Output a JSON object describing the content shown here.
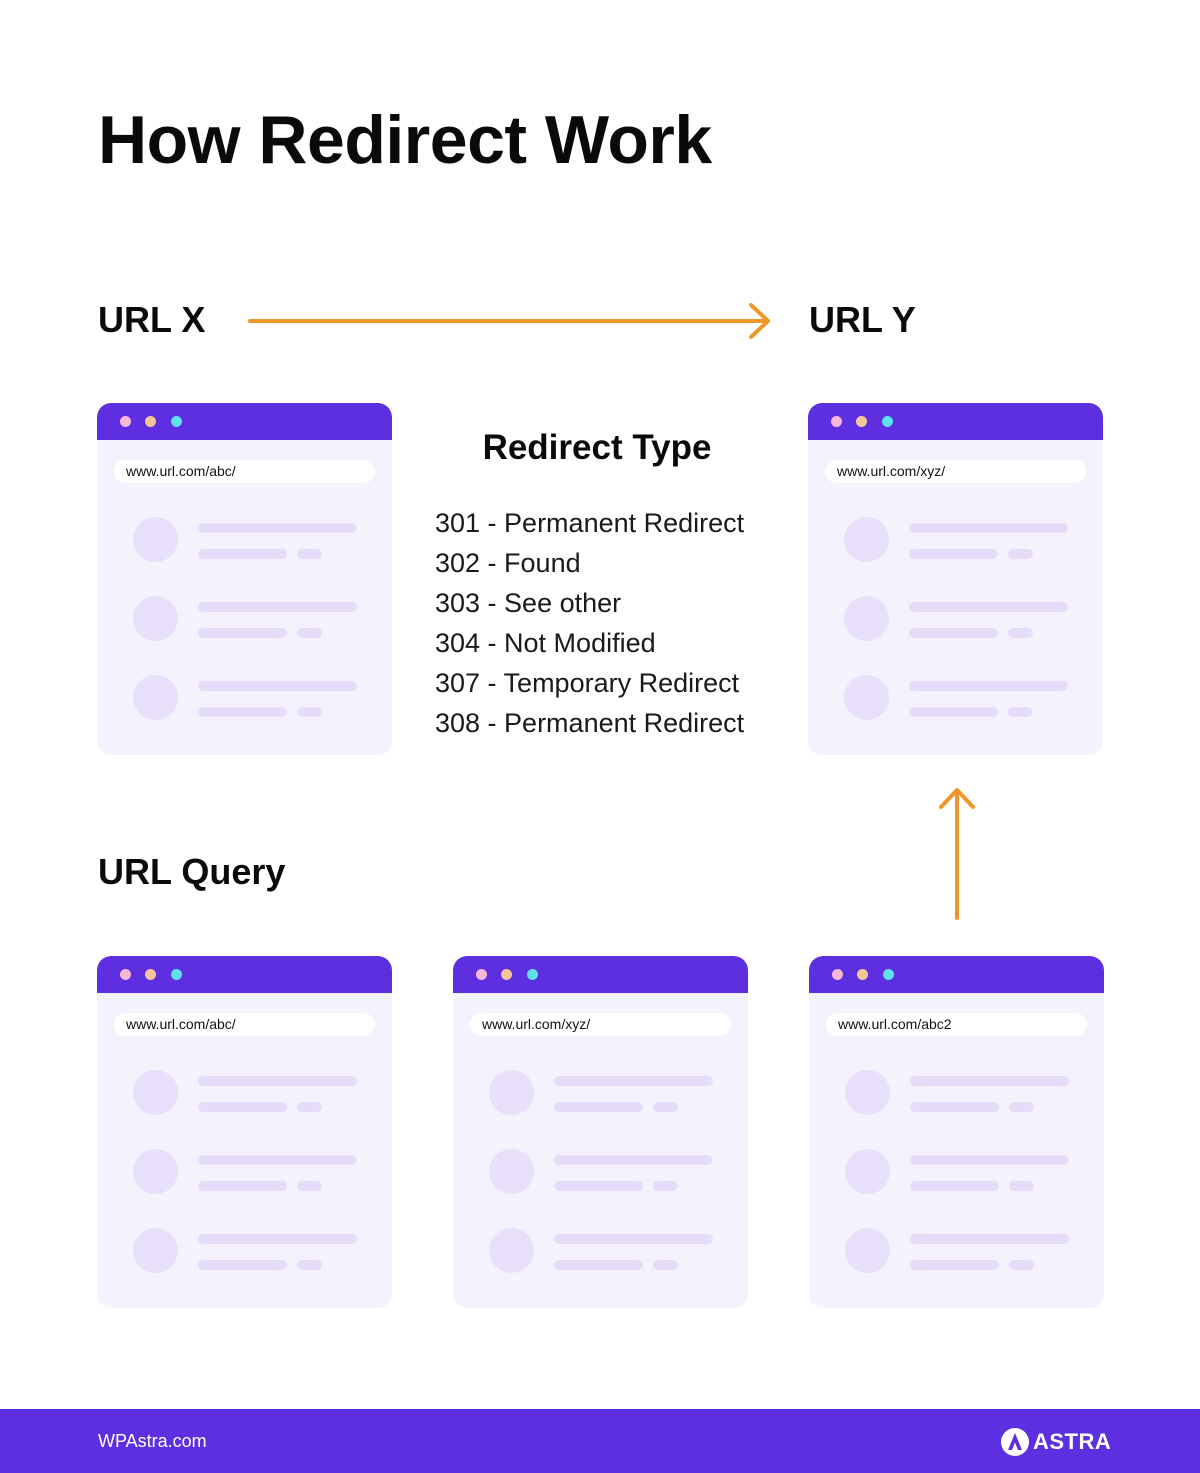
{
  "title": "How Redirect Work",
  "labels": {
    "url_x": "URL X",
    "url_y": "URL Y",
    "url_query": "URL Query"
  },
  "redirect_types": {
    "heading": "Redirect Type",
    "items": [
      "301 - Permanent Redirect",
      "302 - Found",
      "303 - See other",
      "304 - Not Modified",
      "307 - Temporary Redirect",
      "308 - Permanent Redirect"
    ]
  },
  "browsers": {
    "url_x": "www.url.com/abc/",
    "url_y": "www.url.com/xyz/",
    "query_1": "www.url.com/abc/",
    "query_2": "www.url.com/xyz/",
    "query_3": "www.url.com/abc2"
  },
  "footer": {
    "site": "WPAstra.com",
    "brand": "ASTRA"
  },
  "colors": {
    "accent_purple": "#5e2fe0",
    "arrow_orange": "#f0962a",
    "window_bg": "#f4f3fd",
    "skeleton": "#e6dcfa"
  },
  "icons": {
    "horizontal_arrow": "arrow-right-icon",
    "vertical_arrow": "arrow-up-icon",
    "logo": "astra-logo-icon"
  }
}
